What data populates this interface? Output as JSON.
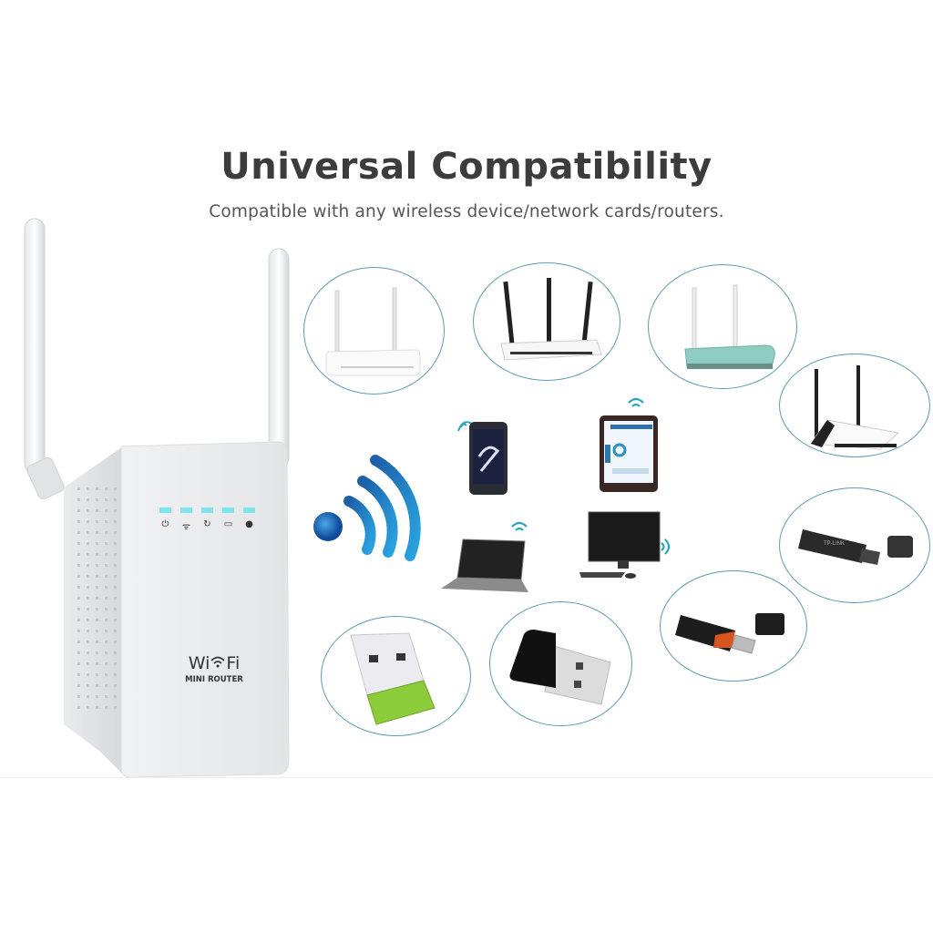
{
  "header": {
    "title": "Universal Compatibility",
    "subtitle": "Compatible with any wireless device/network cards/routers."
  },
  "product": {
    "logo_text_left": "Wi",
    "logo_text_right": "Fi",
    "model_label": "MINI ROUTER",
    "leds": [
      "power-icon",
      "wifi-icon",
      "wps-icon",
      "lan-icon",
      "wan-icon"
    ],
    "led_color": "#7fe3f2"
  },
  "signal_icon": {
    "name": "wifi-signal-icon",
    "color": "#1f7fc4"
  },
  "compatible_devices": [
    {
      "name": "white-router-two-antennas"
    },
    {
      "name": "router-three-black-antennas"
    },
    {
      "name": "teal-router-two-antennas"
    },
    {
      "name": "black-base-router"
    },
    {
      "name": "usb-wifi-dongle-with-cap"
    },
    {
      "name": "usb-3g-modem"
    },
    {
      "name": "nano-usb-adapter-black"
    },
    {
      "name": "nano-usb-adapter-green"
    },
    {
      "name": "smartphone"
    },
    {
      "name": "tablet"
    },
    {
      "name": "laptop"
    },
    {
      "name": "desktop-pc"
    }
  ],
  "colors": {
    "circle_outline": "#5c9aae",
    "title": "#3c3c3c",
    "wifi_small": "#2aa6b8"
  }
}
